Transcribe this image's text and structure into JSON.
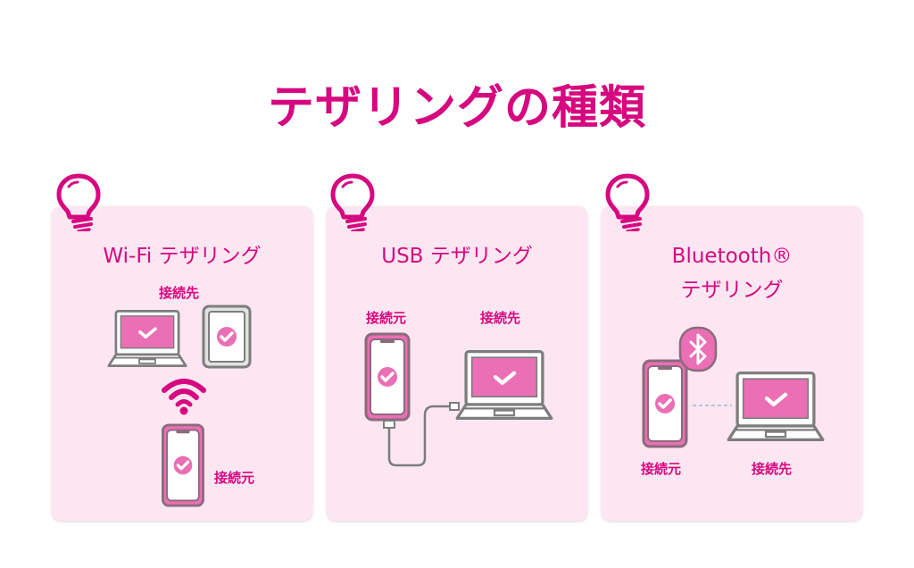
{
  "page": {
    "title": "テザリングの種類",
    "accent_color": "#d6087f",
    "card_bg_color": "#fbe6f2",
    "device_pink": "#ea6fb4"
  },
  "cards": [
    {
      "title": "Wi-Fi テザリング",
      "icon": "lightbulb-icon",
      "labels": {
        "destination": "接続先",
        "source": "接続元"
      },
      "devices": [
        "laptop-icon",
        "tablet-icon",
        "wifi-icon",
        "smartphone-icon"
      ]
    },
    {
      "title": "USB テザリング",
      "icon": "lightbulb-icon",
      "labels": {
        "source": "接続元",
        "destination": "接続先"
      },
      "devices": [
        "smartphone-icon",
        "usb-cable-icon",
        "laptop-icon"
      ]
    },
    {
      "title_line1": "Bluetooth®",
      "title_line2": "テザリング",
      "icon": "lightbulb-icon",
      "labels": {
        "source": "接続元",
        "destination": "接続先"
      },
      "devices": [
        "smartphone-icon",
        "bluetooth-icon",
        "laptop-icon"
      ]
    }
  ]
}
